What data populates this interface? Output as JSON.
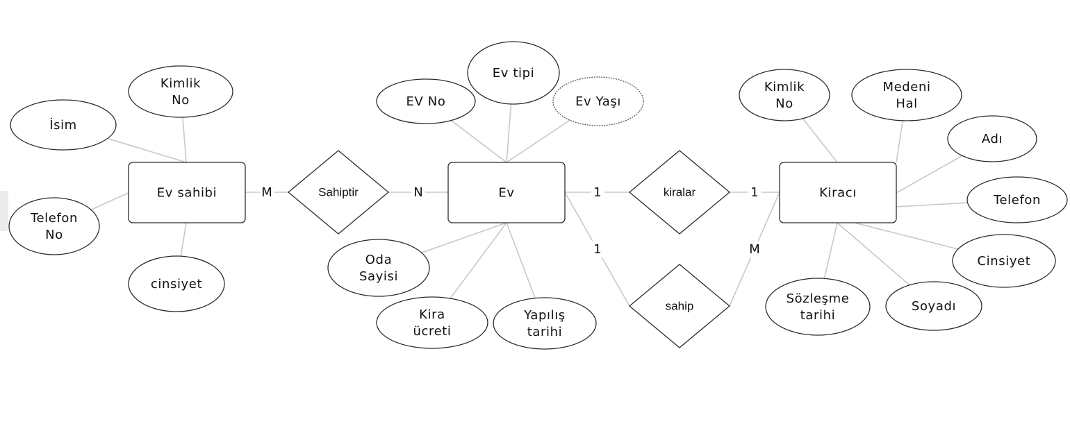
{
  "diagram": {
    "entities": [
      {
        "id": "ev_sahibi",
        "label": "Ev sahibi"
      },
      {
        "id": "ev",
        "label": "Ev"
      },
      {
        "id": "kiraci",
        "label": "Kiracı"
      }
    ],
    "relationships": [
      {
        "id": "sahiptir",
        "label": "Sahiptir",
        "from": "ev_sahibi",
        "to": "ev",
        "card_from": "M",
        "card_to": "N"
      },
      {
        "id": "kiralar",
        "label": "kiralar",
        "from": "ev",
        "to": "kiraci",
        "card_from": "1",
        "card_to": "1"
      },
      {
        "id": "sahip",
        "label": "sahip",
        "from": "ev",
        "to": "kiraci",
        "card_from": "1",
        "card_to": "M"
      }
    ],
    "attributes": [
      {
        "id": "es_kimlik",
        "entity": "ev_sahibi",
        "lines": [
          "Kimlik",
          "No"
        ]
      },
      {
        "id": "es_isim",
        "entity": "ev_sahibi",
        "lines": [
          "İsim"
        ]
      },
      {
        "id": "es_telefon",
        "entity": "ev_sahibi",
        "lines": [
          "Telefon",
          "No"
        ]
      },
      {
        "id": "es_cinsiyet",
        "entity": "ev_sahibi",
        "lines": [
          "cinsiyet"
        ]
      },
      {
        "id": "ev_no",
        "entity": "ev",
        "lines": [
          "EV No"
        ]
      },
      {
        "id": "ev_tipi",
        "entity": "ev",
        "lines": [
          "Ev tipi"
        ]
      },
      {
        "id": "ev_yasi",
        "entity": "ev",
        "lines": [
          "Ev Yaşı"
        ],
        "derived": true
      },
      {
        "id": "ev_oda",
        "entity": "ev",
        "lines": [
          "Oda",
          "Sayisi"
        ]
      },
      {
        "id": "ev_kira",
        "entity": "ev",
        "lines": [
          "Kira",
          "ücreti"
        ]
      },
      {
        "id": "ev_yapilis",
        "entity": "ev",
        "lines": [
          "Yapılış",
          "tarihi"
        ]
      },
      {
        "id": "k_kimlik",
        "entity": "kiraci",
        "lines": [
          "Kimlik",
          "No"
        ]
      },
      {
        "id": "k_medeni",
        "entity": "kiraci",
        "lines": [
          "Medeni",
          "Hal"
        ]
      },
      {
        "id": "k_adi",
        "entity": "kiraci",
        "lines": [
          "Adı"
        ]
      },
      {
        "id": "k_telefon",
        "entity": "kiraci",
        "lines": [
          "Telefon"
        ]
      },
      {
        "id": "k_cinsiyet",
        "entity": "kiraci",
        "lines": [
          "Cinsiyet"
        ]
      },
      {
        "id": "k_soyadi",
        "entity": "kiraci",
        "lines": [
          "Soyadı"
        ]
      },
      {
        "id": "k_sozlesme",
        "entity": "kiraci",
        "lines": [
          "Sözleşme",
          "tarihi"
        ]
      }
    ]
  }
}
